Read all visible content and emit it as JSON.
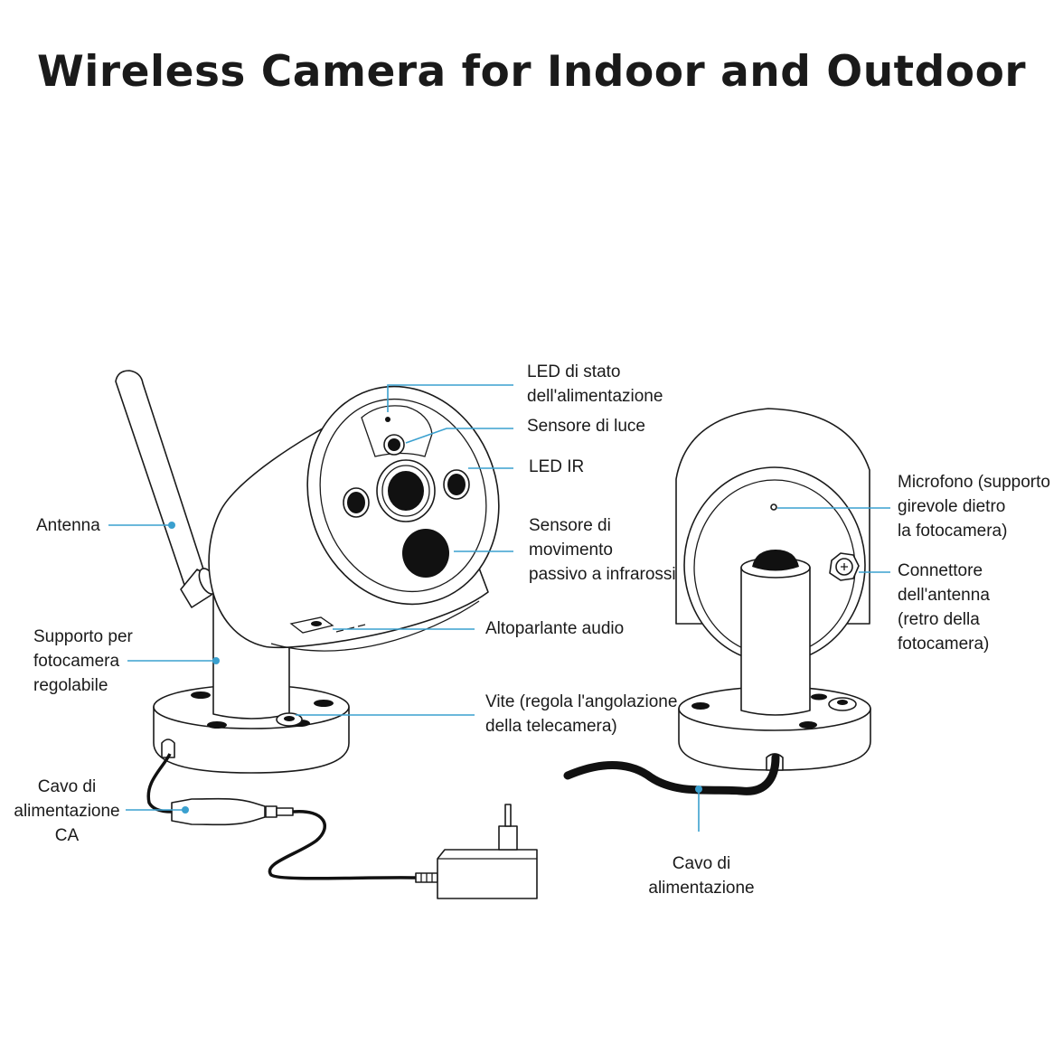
{
  "title": "Wireless Camera for Indoor and Outdoor",
  "accent_color": "#3aa0cf",
  "labels": {
    "led_stato": "LED di stato\ndell'alimentazione",
    "sensore_luce": "Sensore di luce",
    "led_ir": "LED IR",
    "pir": "Sensore di\nmovimento\npassivo a infrarossi",
    "altoparlante": "Altoparlante audio",
    "vite": "Vite (regola l'angolazione\ndella telecamera)",
    "antenna": "Antenna",
    "supporto": "Supporto per\nfotocamera\nregolabile",
    "cavo_ca": "Cavo di\nalimentazione\nCA",
    "microfono": "Microfono (supporto\ngirevole dietro\nla fotocamera)",
    "connettore": "Connettore\ndell'antenna\n(retro della\nfotocamera)",
    "cavo": "Cavo di\nalimentazione"
  }
}
